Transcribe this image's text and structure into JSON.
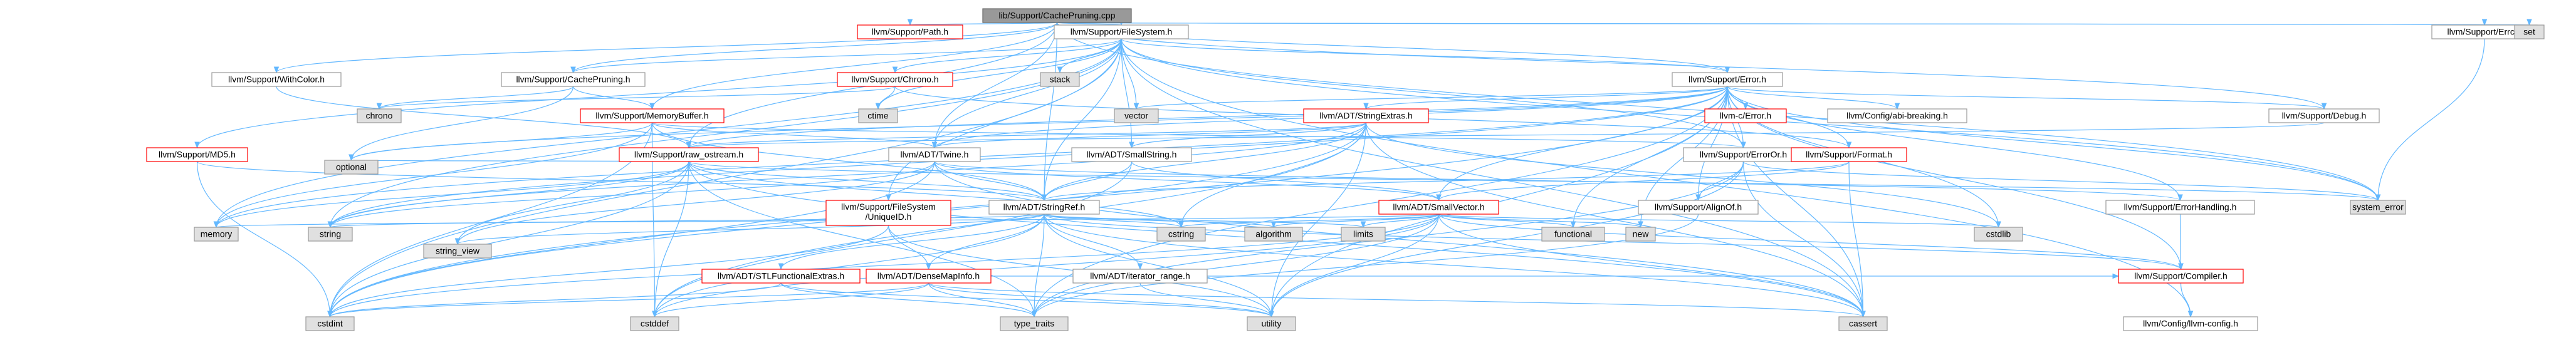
{
  "colors": {
    "edge": "#63b8ff",
    "root_fill": "#999999",
    "system_fill": "#e0e0e0",
    "red_border": "#ff0000",
    "normal_border": "#999999"
  },
  "nodes": [
    {
      "id": "root",
      "label": [
        "lib/Support/CachePruning.cpp"
      ],
      "kind": "root"
    },
    {
      "id": "path",
      "label": [
        "llvm/Support/Path.h"
      ],
      "kind": "red"
    },
    {
      "id": "fs",
      "label": [
        "llvm/Support/FileSystem.h"
      ],
      "kind": "normal"
    },
    {
      "id": "errc",
      "label": [
        "llvm/Support/Errc.h"
      ],
      "kind": "normal"
    },
    {
      "id": "set",
      "label": [
        "set"
      ],
      "kind": "system"
    },
    {
      "id": "withcolor",
      "label": [
        "llvm/Support/WithColor.h"
      ],
      "kind": "normal"
    },
    {
      "id": "cachepruning",
      "label": [
        "llvm/Support/CachePruning.h"
      ],
      "kind": "normal"
    },
    {
      "id": "chronoh",
      "label": [
        "llvm/Support/Chrono.h"
      ],
      "kind": "red"
    },
    {
      "id": "stack",
      "label": [
        "stack"
      ],
      "kind": "system"
    },
    {
      "id": "vector",
      "label": [
        "vector"
      ],
      "kind": "system"
    },
    {
      "id": "errorh",
      "label": [
        "llvm/Support/Error.h"
      ],
      "kind": "normal"
    },
    {
      "id": "chrono",
      "label": [
        "chrono"
      ],
      "kind": "system"
    },
    {
      "id": "ctime",
      "label": [
        "ctime"
      ],
      "kind": "system"
    },
    {
      "id": "memorybuffer",
      "label": [
        "llvm/Support/MemoryBuffer.h"
      ],
      "kind": "red"
    },
    {
      "id": "stringextras",
      "label": [
        "llvm/ADT/StringExtras.h"
      ],
      "kind": "red"
    },
    {
      "id": "cerror",
      "label": [
        "llvm-c/Error.h"
      ],
      "kind": "red"
    },
    {
      "id": "abibreaking",
      "label": [
        "llvm/Config/abi-breaking.h"
      ],
      "kind": "normal"
    },
    {
      "id": "debugh",
      "label": [
        "llvm/Support/Debug.h"
      ],
      "kind": "normal"
    },
    {
      "id": "md5",
      "label": [
        "llvm/Support/MD5.h"
      ],
      "kind": "red"
    },
    {
      "id": "rawostream",
      "label": [
        "llvm/Support/raw_ostream.h"
      ],
      "kind": "red"
    },
    {
      "id": "twine",
      "label": [
        "llvm/ADT/Twine.h"
      ],
      "kind": "normal"
    },
    {
      "id": "smallstring",
      "label": [
        "llvm/ADT/SmallString.h"
      ],
      "kind": "normal"
    },
    {
      "id": "erroror",
      "label": [
        "llvm/Support/ErrorOr.h"
      ],
      "kind": "normal"
    },
    {
      "id": "format",
      "label": [
        "llvm/Support/Format.h"
      ],
      "kind": "red"
    },
    {
      "id": "optional",
      "label": [
        "optional"
      ],
      "kind": "system"
    },
    {
      "id": "uniqueid",
      "label": [
        "llvm/Support/FileSystem",
        "/UniqueID.h"
      ],
      "kind": "red"
    },
    {
      "id": "stringref",
      "label": [
        "llvm/ADT/StringRef.h"
      ],
      "kind": "normal"
    },
    {
      "id": "smallvector",
      "label": [
        "llvm/ADT/SmallVector.h"
      ],
      "kind": "red"
    },
    {
      "id": "alignof",
      "label": [
        "llvm/Support/AlignOf.h"
      ],
      "kind": "normal"
    },
    {
      "id": "systemerror",
      "label": [
        "system_error"
      ],
      "kind": "system"
    },
    {
      "id": "errorhandling",
      "label": [
        "llvm/Support/ErrorHandling.h"
      ],
      "kind": "normal"
    },
    {
      "id": "memory",
      "label": [
        "memory"
      ],
      "kind": "system"
    },
    {
      "id": "string",
      "label": [
        "string"
      ],
      "kind": "system"
    },
    {
      "id": "stringview",
      "label": [
        "string_view"
      ],
      "kind": "system"
    },
    {
      "id": "stlfunc",
      "label": [
        "llvm/ADT/STLFunctionalExtras.h"
      ],
      "kind": "red"
    },
    {
      "id": "densemapinfo",
      "label": [
        "llvm/ADT/DenseMapInfo.h"
      ],
      "kind": "red"
    },
    {
      "id": "iteratorrange",
      "label": [
        "llvm/ADT/iterator_range.h"
      ],
      "kind": "normal"
    },
    {
      "id": "cstring",
      "label": [
        "cstring"
      ],
      "kind": "system"
    },
    {
      "id": "algorithm",
      "label": [
        "algorithm"
      ],
      "kind": "system"
    },
    {
      "id": "limits",
      "label": [
        "limits"
      ],
      "kind": "system"
    },
    {
      "id": "functional",
      "label": [
        "functional"
      ],
      "kind": "system"
    },
    {
      "id": "new",
      "label": [
        "new"
      ],
      "kind": "system"
    },
    {
      "id": "cstdlib",
      "label": [
        "cstdlib"
      ],
      "kind": "system"
    },
    {
      "id": "compiler",
      "label": [
        "llvm/Support/Compiler.h"
      ],
      "kind": "red"
    },
    {
      "id": "cstdint",
      "label": [
        "cstdint"
      ],
      "kind": "system"
    },
    {
      "id": "cstddef",
      "label": [
        "cstddef"
      ],
      "kind": "system"
    },
    {
      "id": "typetraits",
      "label": [
        "type_traits"
      ],
      "kind": "system"
    },
    {
      "id": "utility",
      "label": [
        "utility"
      ],
      "kind": "system"
    },
    {
      "id": "cassert",
      "label": [
        "cassert"
      ],
      "kind": "system"
    },
    {
      "id": "llvmconfig",
      "label": [
        "llvm/Config/llvm-config.h"
      ],
      "kind": "normal"
    }
  ],
  "edges": [
    [
      "root",
      "path"
    ],
    [
      "root",
      "fs"
    ],
    [
      "root",
      "errc"
    ],
    [
      "root",
      "set"
    ],
    [
      "root",
      "withcolor"
    ],
    [
      "root",
      "cachepruning"
    ],
    [
      "root",
      "errorh"
    ],
    [
      "root",
      "stringref"
    ],
    [
      "root",
      "twine"
    ],
    [
      "root",
      "systemerror"
    ],
    [
      "root",
      "debugh"
    ],
    [
      "root",
      "memorybuffer"
    ],
    [
      "root",
      "rawostream"
    ],
    [
      "fs",
      "chronoh"
    ],
    [
      "fs",
      "stack"
    ],
    [
      "fs",
      "vector"
    ],
    [
      "fs",
      "errorh"
    ],
    [
      "fs",
      "smallstring"
    ],
    [
      "fs",
      "md5"
    ],
    [
      "fs",
      "twine"
    ],
    [
      "fs",
      "stringref"
    ],
    [
      "fs",
      "uniqueid"
    ],
    [
      "fs",
      "erroror"
    ],
    [
      "fs",
      "memory"
    ],
    [
      "fs",
      "string"
    ],
    [
      "fs",
      "cstdint"
    ],
    [
      "fs",
      "ctime"
    ],
    [
      "fs",
      "systemerror"
    ],
    [
      "fs",
      "llvmconfig"
    ],
    [
      "fs",
      "cassert"
    ],
    [
      "fs",
      "cachepruning"
    ],
    [
      "errc",
      "systemerror"
    ],
    [
      "withcolor",
      "rawostream"
    ],
    [
      "cachepruning",
      "chrono"
    ],
    [
      "cachepruning",
      "memorybuffer"
    ],
    [
      "cachepruning",
      "optional"
    ],
    [
      "chronoh",
      "ctime"
    ],
    [
      "chronoh",
      "chrono"
    ],
    [
      "chronoh",
      "format"
    ],
    [
      "errorh",
      "cerror"
    ],
    [
      "errorh",
      "abibreaking"
    ],
    [
      "errorh",
      "debugh"
    ],
    [
      "errorh",
      "stringextras"
    ],
    [
      "errorh",
      "twine"
    ],
    [
      "errorh",
      "smallvector"
    ],
    [
      "errorh",
      "erroror"
    ],
    [
      "errorh",
      "format"
    ],
    [
      "errorh",
      "errorhandling"
    ],
    [
      "errorh",
      "alignof"
    ],
    [
      "errorh",
      "compiler"
    ],
    [
      "errorh",
      "rawostream"
    ],
    [
      "errorh",
      "vector"
    ],
    [
      "errorh",
      "string"
    ],
    [
      "errorh",
      "optional"
    ],
    [
      "errorh",
      "systemerror"
    ],
    [
      "errorh",
      "functional"
    ],
    [
      "errorh",
      "new"
    ],
    [
      "errorh",
      "cstdlib"
    ],
    [
      "errorh",
      "memory"
    ],
    [
      "errorh",
      "cstdint"
    ],
    [
      "errorh",
      "typetraits"
    ],
    [
      "errorh",
      "utility"
    ],
    [
      "errorh",
      "cassert"
    ],
    [
      "memorybuffer",
      "stringref"
    ],
    [
      "memorybuffer",
      "twine"
    ],
    [
      "memorybuffer",
      "erroror"
    ],
    [
      "memorybuffer",
      "memory"
    ],
    [
      "memorybuffer",
      "cstddef"
    ],
    [
      "memorybuffer",
      "cstdint"
    ],
    [
      "memorybuffer",
      "optional"
    ],
    [
      "stringextras",
      "stringref"
    ],
    [
      "stringextras",
      "twine"
    ],
    [
      "stringextras",
      "smallstring"
    ],
    [
      "stringextras",
      "rawostream"
    ],
    [
      "stringextras",
      "cstring"
    ],
    [
      "stringextras",
      "string"
    ],
    [
      "stringextras",
      "cstdlib"
    ],
    [
      "stringextras",
      "cassert"
    ],
    [
      "stringextras",
      "utility"
    ],
    [
      "stringextras",
      "cstddef"
    ],
    [
      "stringextras",
      "cstdint"
    ],
    [
      "md5",
      "stringref"
    ],
    [
      "md5",
      "cstdint"
    ],
    [
      "rawostream",
      "stringref"
    ],
    [
      "rawostream",
      "optional"
    ],
    [
      "rawostream",
      "systemerror"
    ],
    [
      "rawostream",
      "cassert"
    ],
    [
      "rawostream",
      "cstddef"
    ],
    [
      "rawostream",
      "cstdint"
    ],
    [
      "rawostream",
      "cstring"
    ],
    [
      "rawostream",
      "string"
    ],
    [
      "rawostream",
      "stringview"
    ],
    [
      "rawostream",
      "typetraits"
    ],
    [
      "rawostream",
      "memory"
    ],
    [
      "twine",
      "smallvector"
    ],
    [
      "twine",
      "stringref"
    ],
    [
      "twine",
      "errorhandling"
    ],
    [
      "twine",
      "cassert"
    ],
    [
      "twine",
      "cstdint"
    ],
    [
      "twine",
      "string"
    ],
    [
      "twine",
      "stringview"
    ],
    [
      "smallstring",
      "smallvector"
    ],
    [
      "smallstring",
      "stringref"
    ],
    [
      "smallstring",
      "cstddef"
    ],
    [
      "erroror",
      "alignof"
    ],
    [
      "erroror",
      "cassert"
    ],
    [
      "erroror",
      "systemerror"
    ],
    [
      "erroror",
      "typetraits"
    ],
    [
      "erroror",
      "utility"
    ],
    [
      "format",
      "stringref"
    ],
    [
      "format",
      "smallvector"
    ],
    [
      "format",
      "cassert"
    ],
    [
      "format",
      "cstdio"
    ],
    [
      "uniqueid",
      "densemapinfo"
    ],
    [
      "uniqueid",
      "utility"
    ],
    [
      "uniqueid",
      "cstdint"
    ],
    [
      "stringref",
      "stlfunc"
    ],
    [
      "stringref",
      "densemapinfo"
    ],
    [
      "stringref",
      "iteratorrange"
    ],
    [
      "stringref",
      "compiler"
    ],
    [
      "stringref",
      "algorithm"
    ],
    [
      "stringref",
      "cassert"
    ],
    [
      "stringref",
      "cstddef"
    ],
    [
      "stringref",
      "cstring"
    ],
    [
      "stringref",
      "limits"
    ],
    [
      "stringref",
      "string"
    ],
    [
      "stringref",
      "stringview"
    ],
    [
      "stringref",
      "typetraits"
    ],
    [
      "stringref",
      "utility"
    ],
    [
      "smallvector",
      "compiler"
    ],
    [
      "smallvector",
      "algorithm"
    ],
    [
      "smallvector",
      "cassert"
    ],
    [
      "smallvector",
      "cstddef"
    ],
    [
      "smallvector",
      "cstdlib"
    ],
    [
      "smallvector",
      "cstring"
    ],
    [
      "smallvector",
      "functional"
    ],
    [
      "smallvector",
      "limits"
    ],
    [
      "smallvector",
      "memory"
    ],
    [
      "smallvector",
      "new"
    ],
    [
      "smallvector",
      "typetraits"
    ],
    [
      "smallvector",
      "utility"
    ],
    [
      "smallvector",
      "cstdint"
    ],
    [
      "alignof",
      "typetraits"
    ],
    [
      "errorhandling",
      "compiler"
    ],
    [
      "stlfunc",
      "cstdint"
    ],
    [
      "stlfunc",
      "typetraits"
    ],
    [
      "stlfunc",
      "utility"
    ],
    [
      "densemapinfo",
      "cassert"
    ],
    [
      "densemapinfo",
      "cstddef"
    ],
    [
      "densemapinfo",
      "cstdint"
    ],
    [
      "densemapinfo",
      "typetraits"
    ],
    [
      "densemapinfo",
      "utility"
    ],
    [
      "densemapinfo",
      "compiler"
    ],
    [
      "iteratorrange",
      "utility"
    ],
    [
      "compiler",
      "llvmconfig"
    ],
    [
      "debugh",
      "rawostream"
    ]
  ]
}
